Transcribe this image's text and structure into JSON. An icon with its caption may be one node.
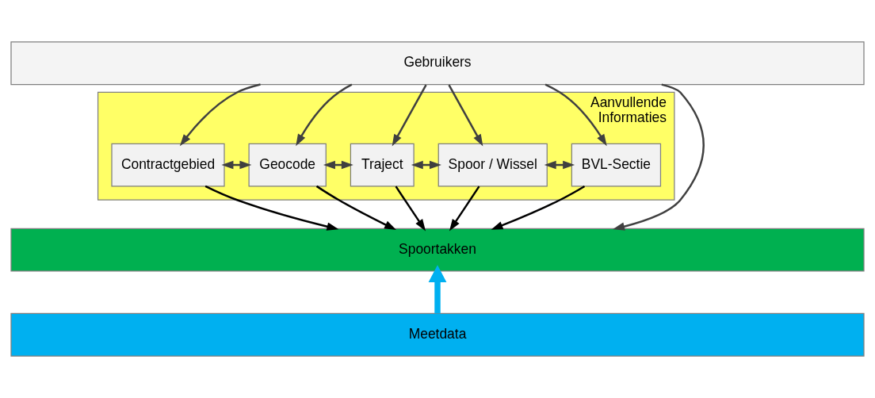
{
  "diagram": {
    "nodes": [
      {
        "text": [
          "Gebruikers"
        ]
      },
      {
        "text": [
          "Aanvullende Informaties"
        ]
      },
      {
        "text": [
          "Contractgebied"
        ],
        "in": 1
      },
      {
        "text": [
          "Geocode"
        ],
        "in": 1
      },
      {
        "text": [
          "Traject"
        ],
        "in": 1
      },
      {
        "text": [
          "Spoor / Wissel"
        ],
        "in": 1
      },
      {
        "text": [
          "BVL-Sectie"
        ],
        "in": 1
      },
      {
        "text": [
          "Spoortakken"
        ]
      },
      {
        "text": [
          "Meetdata"
        ]
      }
    ],
    "edges": [
      {
        "from": 0,
        "to": 7,
        "arrow": "to"
      },
      {
        "from": 0,
        "to": 2,
        "arrow": "to"
      },
      {
        "from": 0,
        "to": 3,
        "arrow": "to"
      },
      {
        "from": 0,
        "to": 4,
        "arrow": "to"
      },
      {
        "from": 0,
        "to": 5,
        "arrow": "to"
      },
      {
        "from": 0,
        "to": 6,
        "arrow": "to"
      },
      {
        "from": 2,
        "to": 3,
        "arrow": "both"
      },
      {
        "from": 3,
        "to": 4,
        "arrow": "both"
      },
      {
        "from": 4,
        "to": 5,
        "arrow": "both"
      },
      {
        "from": 5,
        "to": 6,
        "arrow": "both"
      },
      {
        "from": 2,
        "to": 7,
        "arrow": "to",
        "color": "#000000"
      },
      {
        "from": 3,
        "to": 7,
        "arrow": "to",
        "color": "#000000"
      },
      {
        "from": 4,
        "to": 7,
        "arrow": "to",
        "color": "#000000"
      },
      {
        "from": 5,
        "to": 7,
        "arrow": "to",
        "color": "#000000"
      },
      {
        "from": 6,
        "to": 7,
        "arrow": "to",
        "color": "#000000"
      },
      {
        "from": 8,
        "to": 7,
        "arrow": "to",
        "style": "thick",
        "color": "#00b0f0"
      }
    ]
  }
}
